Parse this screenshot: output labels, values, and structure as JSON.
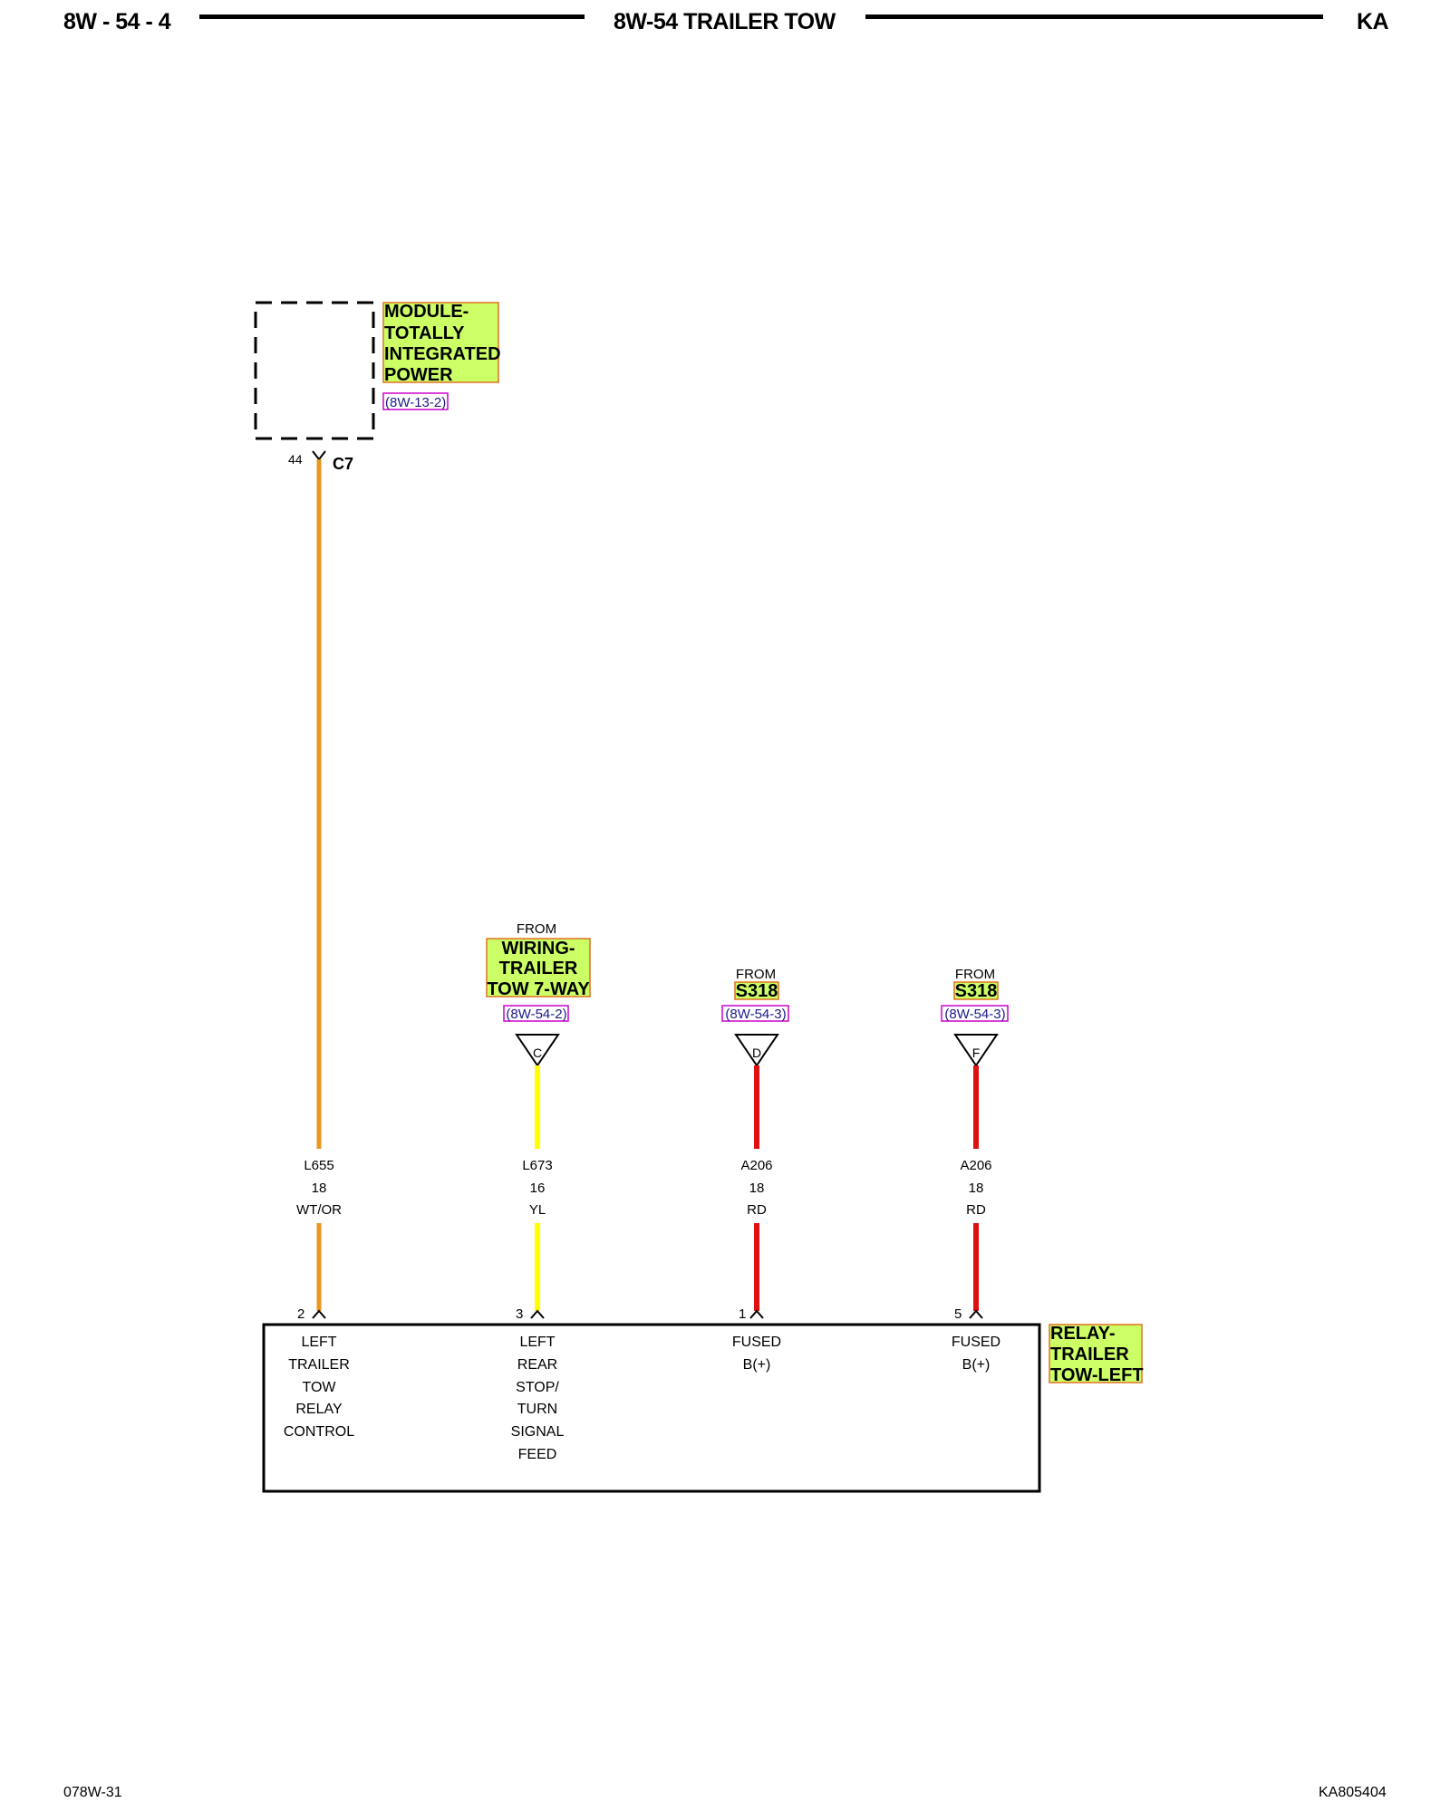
{
  "header": {
    "page_code": "8W - 54 - 4",
    "title": "8W-54 TRAILER TOW",
    "model": "KA"
  },
  "footer": {
    "left_code": "078W-31",
    "right_code": "KA805404"
  },
  "module": {
    "label_lines": [
      "MODULE-",
      "TOTALLY",
      "INTEGRATED",
      "POWER"
    ],
    "ref": "(8W-13-2)",
    "pin": "44",
    "connector": "C7"
  },
  "sources": [
    {
      "from": "FROM",
      "name_lines": [
        "WIRING-",
        "TRAILER",
        "TOW 7-WAY"
      ],
      "ref": "(8W-54-2)",
      "letter": "C"
    },
    {
      "from": "FROM",
      "name_lines": [
        "S318"
      ],
      "ref": "(8W-54-3)",
      "letter": "D"
    },
    {
      "from": "FROM",
      "name_lines": [
        "S318"
      ],
      "ref": "(8W-54-3)",
      "letter": "F"
    }
  ],
  "wires": [
    {
      "circuit": "L655",
      "gauge": "18",
      "color_code": "WT/OR",
      "color": "#e8961e"
    },
    {
      "circuit": "L673",
      "gauge": "16",
      "color_code": "YL",
      "color": "#ffff00"
    },
    {
      "circuit": "A206",
      "gauge": "18",
      "color_code": "RD",
      "color": "#dd1111"
    },
    {
      "circuit": "A206",
      "gauge": "18",
      "color_code": "RD",
      "color": "#dd1111"
    }
  ],
  "relay": {
    "label_lines": [
      "RELAY-",
      "TRAILER",
      "TOW-LEFT"
    ],
    "pins": [
      {
        "pin": "2",
        "desc_lines": [
          "LEFT",
          "TRAILER",
          "TOW",
          "RELAY",
          "CONTROL"
        ]
      },
      {
        "pin": "3",
        "desc_lines": [
          "LEFT",
          "REAR",
          "STOP/",
          "TURN",
          "SIGNAL",
          "FEED"
        ]
      },
      {
        "pin": "1",
        "desc_lines": [
          "FUSED",
          "B(+)"
        ]
      },
      {
        "pin": "5",
        "desc_lines": [
          "FUSED",
          "B(+)"
        ]
      }
    ]
  },
  "colors": {
    "highlight_fill": "#ccff66",
    "highlight_border": "#e07020",
    "ref_border": "#cc00cc",
    "ref_text": "#1a1a8c"
  }
}
